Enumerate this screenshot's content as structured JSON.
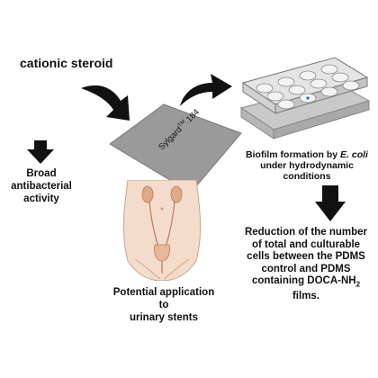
{
  "labels": {
    "cationic_steroid": "cationic steroid",
    "sylgard": "Sylgard",
    "sylgard_tm": "TM",
    "sylgard_num": "184",
    "biofilm_line1_pre": "Biofilm formation by ",
    "biofilm_line1_ital": "E. coli",
    "biofilm_line2": "under hydrodynamic conditions",
    "antibacterial_line1": "Broad antibacterial",
    "antibacterial_line2": "activity",
    "reduction_line1": "Reduction of the number",
    "reduction_line2": "of total and culturable",
    "reduction_line3": "cells between the PDMS",
    "reduction_line4": "control and PDMS",
    "reduction_line5_pre": "containing DOCA-NH",
    "reduction_line5_sub": "2",
    "reduction_line6": "films.",
    "stents_line1": "Potential application to",
    "stents_line2": "urinary stents"
  },
  "icons": [
    "curved-arrow-icon",
    "down-arrow-icon",
    "pdms-square-icon",
    "well-plate-icon",
    "urinary-anatomy-icon"
  ],
  "colors": {
    "arrow": "#111111",
    "square": "#9a9a9a",
    "plate": "#d8d8d8",
    "skin": "#f4dccb",
    "kidney": "#e0a98a"
  }
}
